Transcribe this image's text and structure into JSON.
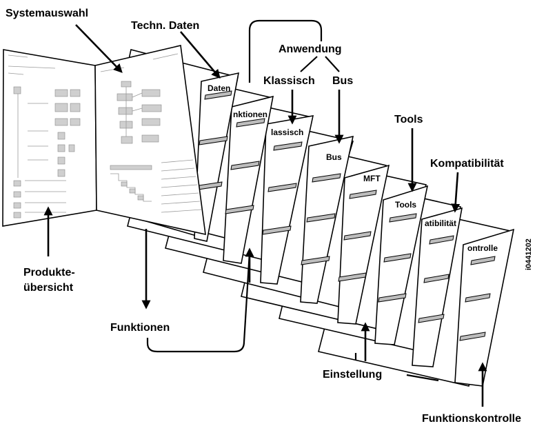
{
  "labels": {
    "systemauswahl": "Systemauswahl",
    "techn_daten": "Techn. Daten",
    "anwendung": "Anwendung",
    "klassisch": "Klassisch",
    "bus": "Bus",
    "tools": "Tools",
    "kompatibilitaet": "Kompatibilität",
    "produkteuebersicht_1": "Produkte-",
    "produkteuebersicht_2": "übersicht",
    "funktionen": "Funktionen",
    "einstellung": "Einstellung",
    "funktionskontrolle": "Funktionskontrolle",
    "image_id": "i0441202"
  },
  "tabs": {
    "daten": "Daten",
    "funktionen": "nktionen",
    "klassisch": "lassisch",
    "bus": "Bus",
    "mft": "MFT",
    "tools": "Tools",
    "kompatibilitaet": "atibilität",
    "funktionskontrolle": "ontrolle"
  }
}
